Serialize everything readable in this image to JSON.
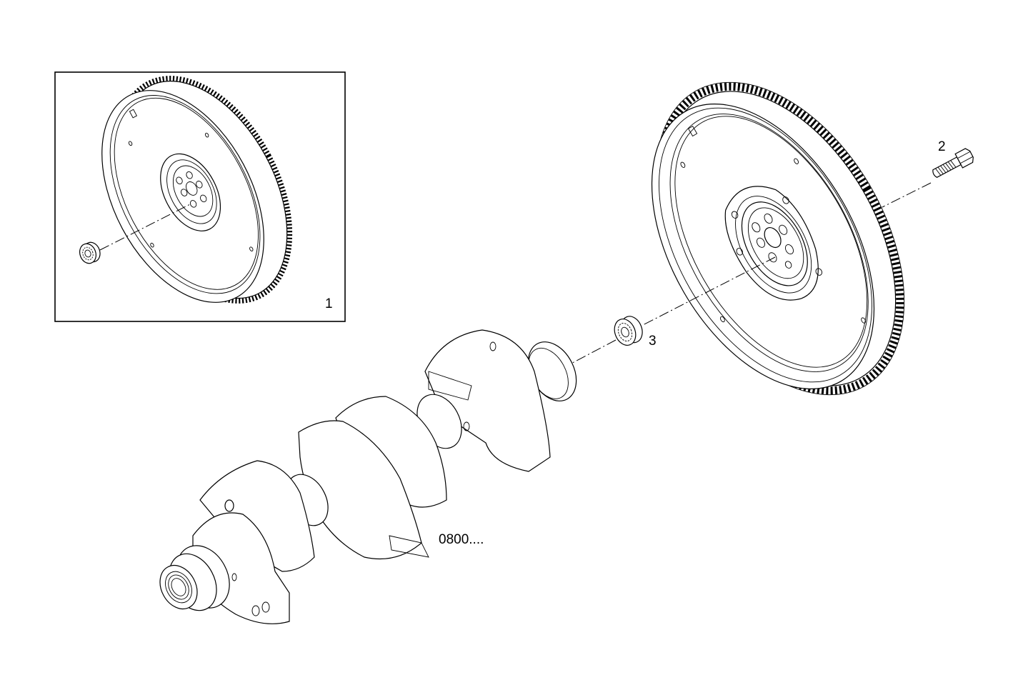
{
  "diagram": {
    "type": "exploded-parts-diagram",
    "background": "#ffffff",
    "line_color": "#000000",
    "inset": {
      "label": "1",
      "description": "flywheel assembly with pilot bearing (inset view)"
    },
    "callouts": [
      {
        "id": "1",
        "label": "1",
        "part": "flywheel-assembly"
      },
      {
        "id": "2",
        "label": "2",
        "part": "flywheel-bolt"
      },
      {
        "id": "3",
        "label": "3",
        "part": "pilot-bearing"
      }
    ],
    "reference_label": "0800....",
    "reference_part": "crankshaft"
  }
}
